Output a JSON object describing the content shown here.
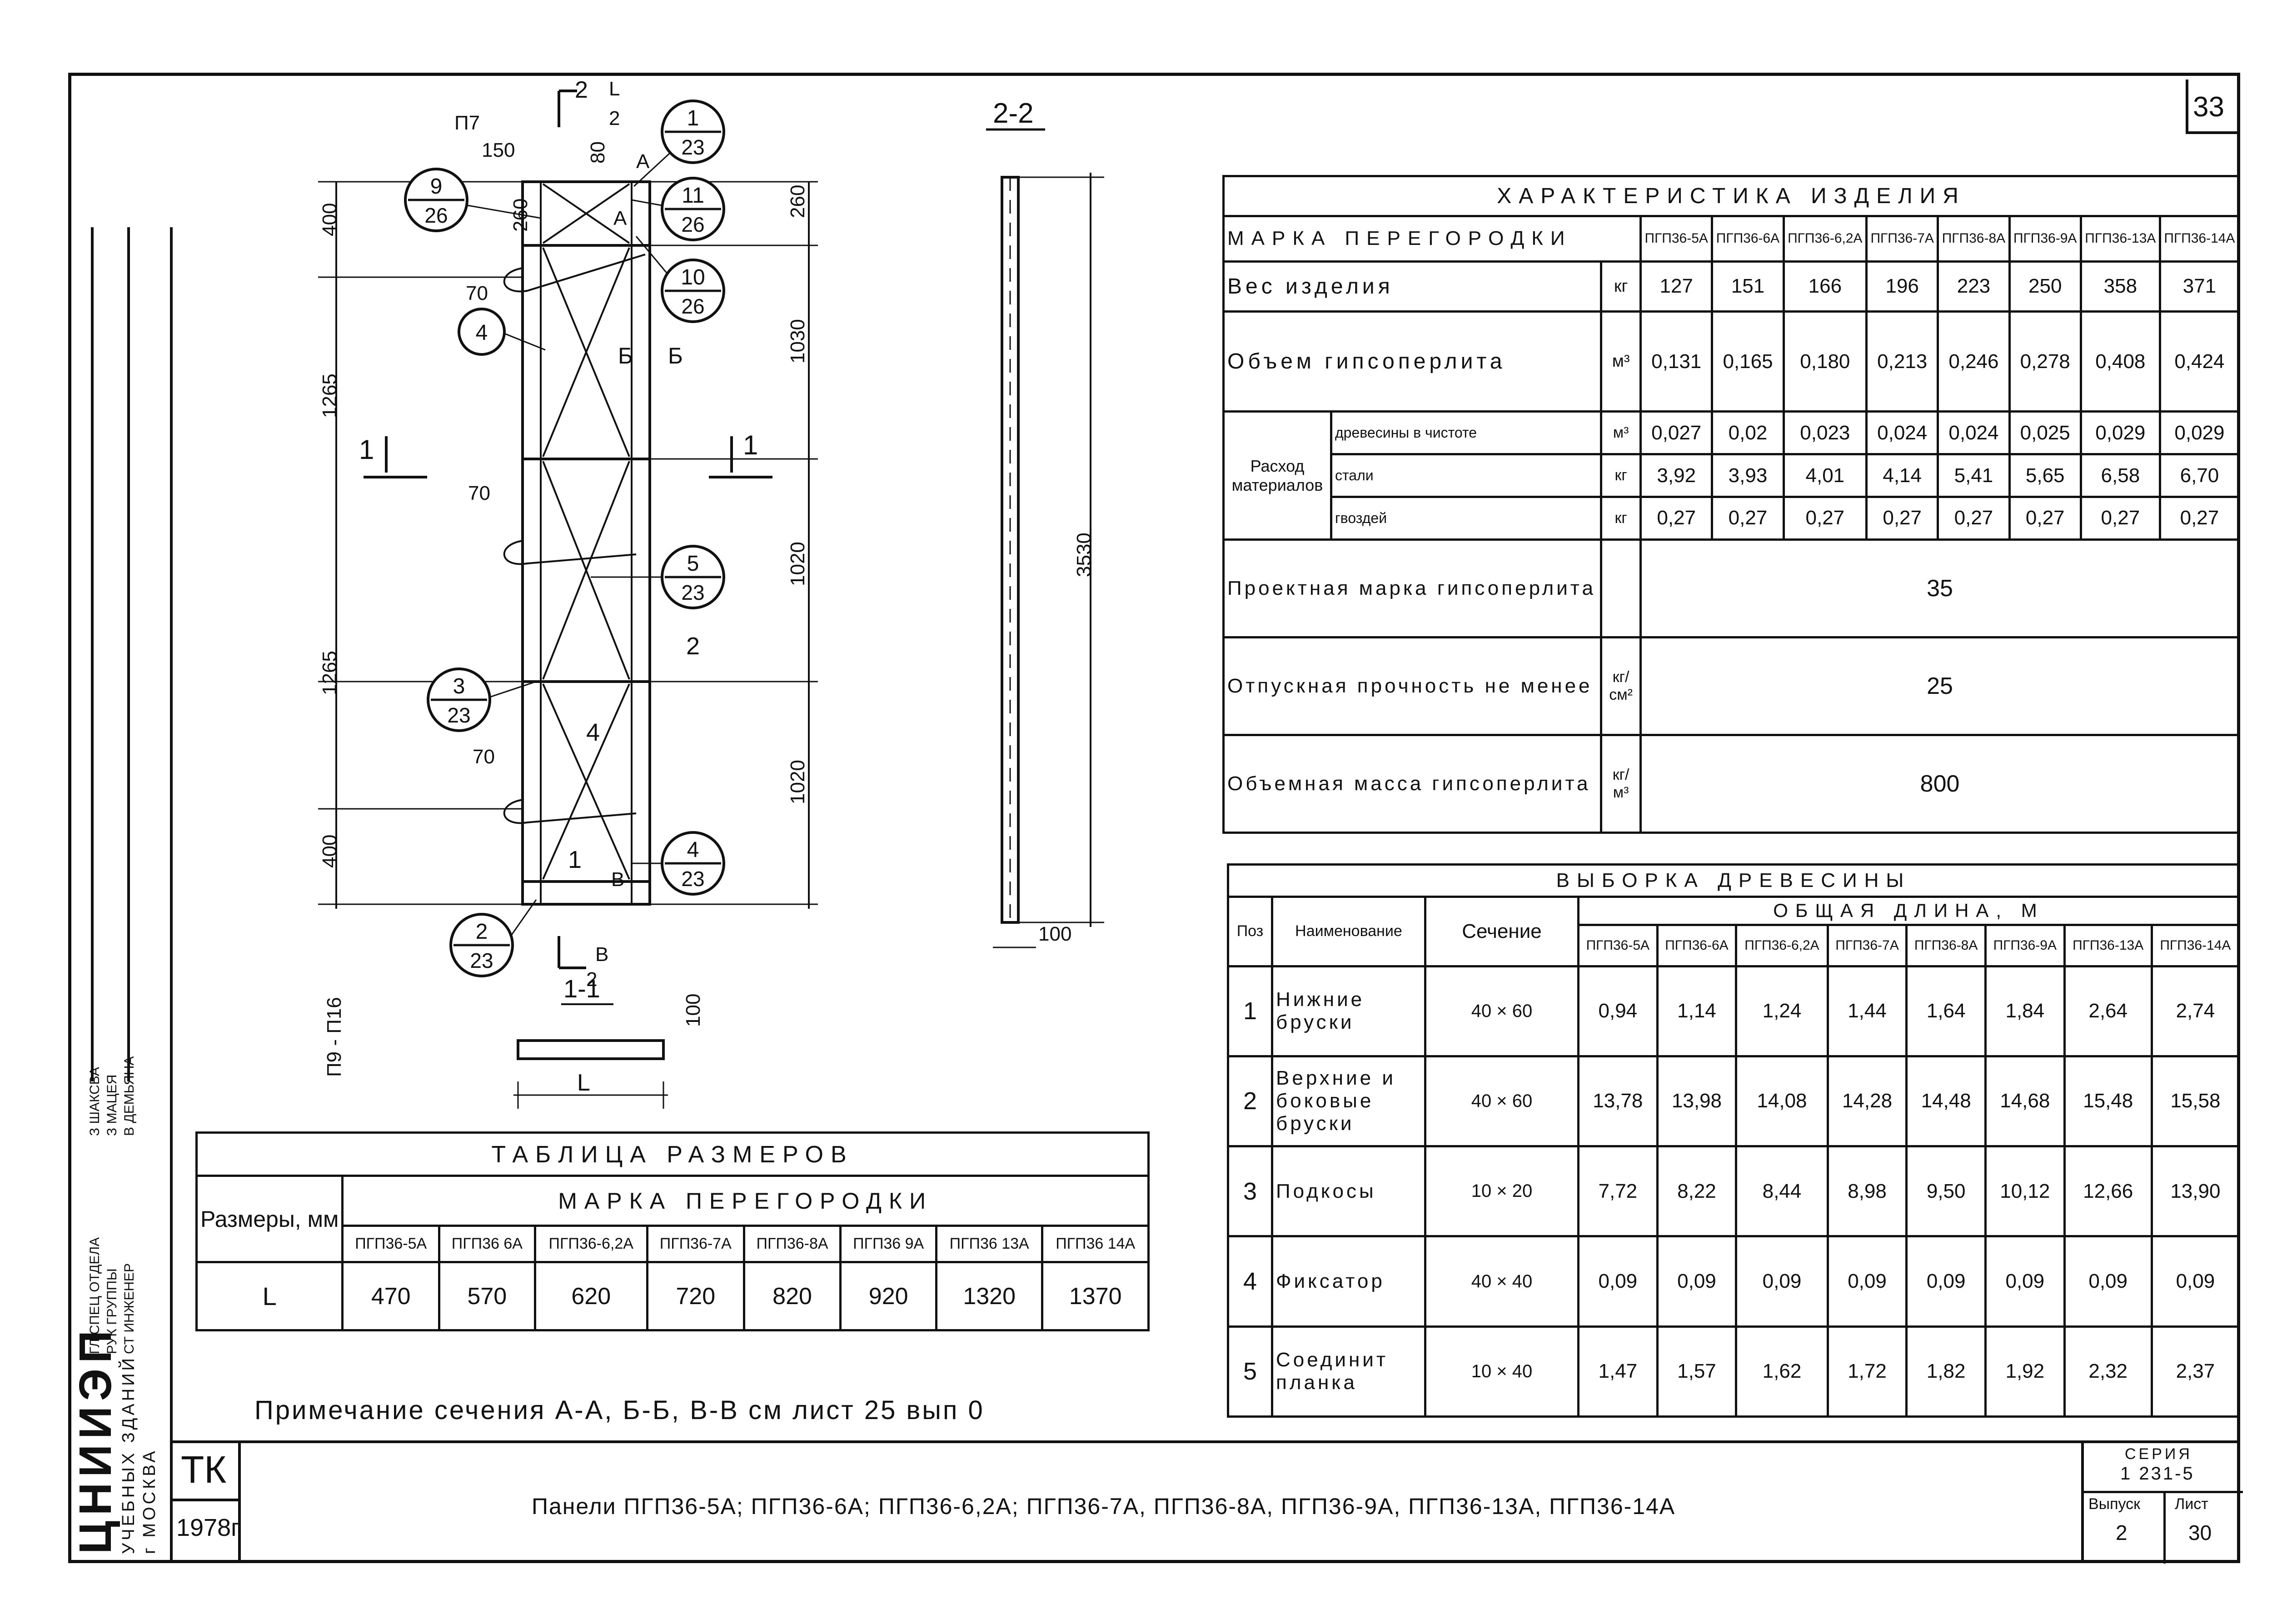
{
  "sheet_number": "33",
  "section_label": "2-2",
  "drawing": {
    "callouts": [
      {
        "top": "1",
        "bottom": "23"
      },
      {
        "top": "9",
        "bottom": "26"
      },
      {
        "top": "11",
        "bottom": "26"
      },
      {
        "top": "10",
        "bottom": "26"
      },
      {
        "top": "4",
        "bottom": ""
      },
      {
        "top": "5",
        "bottom": "23"
      },
      {
        "top": "3",
        "bottom": "23"
      },
      {
        "top": "4",
        "bottom": "23"
      },
      {
        "top": "2",
        "bottom": "23"
      }
    ],
    "labels": {
      "p7": "П7",
      "d150": "150",
      "d80": "80",
      "d260a": "260",
      "d260b": "260",
      "d400a": "400",
      "d400b": "400",
      "d70a": "70",
      "d70b": "70",
      "d70c": "70",
      "d1265a": "1265",
      "d1265b": "1265",
      "d1030": "1030",
      "d1020a": "1020",
      "d1020b": "1020",
      "d3530": "3530",
      "d100a": "100",
      "d100b": "100",
      "cut2": "2",
      "cutL2": "L",
      "cut2den": "2",
      "cutA": "А",
      "cutA1": "А",
      "cut1a": "1",
      "cut1b": "1",
      "cutB": "Б",
      "cutB2": "Б",
      "cutV": "В",
      "cutV2": "В",
      "cut2b": "2",
      "cut2c": "2",
      "cut2d": "2",
      "sec11": "1-1",
      "p9": "П9 - П16",
      "L": "L",
      "n2": "2",
      "n4": "4",
      "n4b": "4",
      "n1": "1",
      "n1b": "1"
    }
  },
  "title_block": {
    "vert_names": [
      "З ШАКСВА",
      "З МАЦЕЯ",
      "В ДЕМЬЯНА"
    ],
    "vert_roles": [
      "ГЛ СПЕЦ ОТДЕЛА",
      "РУК ГРУППЫ",
      "СТ ИНЖЕНЕР"
    ],
    "org": "ЦНИИЭП",
    "org2": "УЧЕБНЫХ ЗДАНИЙ",
    "org3": "г МОСКВА",
    "tk": "ТК",
    "year": "1978г",
    "main_title": "Панели ПГП36-5А; ПГП36-6А; ПГП36-6,2А; ПГП36-7А, ПГП36-8А, ПГП36-9А, ПГП36-13А, ПГП36-14А",
    "series_label": "СЕРИЯ",
    "series_value": "1 231-5",
    "issue_label": "Выпуск",
    "issue_value": "2",
    "sheet_label": "Лист",
    "sheet_value": "30"
  },
  "note": "Примечание сечения А-А, Б-Б, В-В см лист 25 вып 0",
  "size_table": {
    "title": "ТАБЛИЦА РАЗМЕРОВ",
    "col_header": "Размеры, мм",
    "group_header": "МАРКА ПЕРЕГОРОДКИ",
    "marks": [
      "ПГП36-5А",
      "ПГП36 6А",
      "ПГП36-6,2А",
      "ПГП36-7А",
      "ПГП36-8А",
      "ПГП36 9А",
      "ПГП36 13А",
      "ПГП36 14А"
    ],
    "row_label": "L",
    "values": [
      "470",
      "570",
      "620",
      "720",
      "820",
      "920",
      "1320",
      "1370"
    ]
  },
  "char_table": {
    "title": "ХАРАКТЕРИСТИКА ИЗДЕЛИЯ",
    "mark_header": "МАРКА ПЕРЕГОРОДКИ",
    "marks": [
      "ПГП36-5А",
      "ПГП36-6А",
      "ПГП36-6,2А",
      "ПГП36-7А",
      "ПГП36-8А",
      "ПГП36-9А",
      "ПГП36-13А",
      "ПГП36-14А"
    ],
    "rows": [
      {
        "label": "Вес изделия",
        "unit": "кг",
        "values": [
          "127",
          "151",
          "166",
          "196",
          "223",
          "250",
          "358",
          "371"
        ]
      },
      {
        "label": "Объем гипсоперлита",
        "unit": "м³",
        "values": [
          "0,131",
          "0,165",
          "0,180",
          "0,213",
          "0,246",
          "0,278",
          "0,408",
          "0,424"
        ]
      }
    ],
    "consumption_label": "Расход материалов",
    "consumption": [
      {
        "label": "древесины в чистоте",
        "unit": "м³",
        "values": [
          "0,027",
          "0,02",
          "0,023",
          "0,024",
          "0,024",
          "0,025",
          "0,029",
          "0,029"
        ]
      },
      {
        "label": "стали",
        "unit": "кг",
        "values": [
          "3,92",
          "3,93",
          "4,01",
          "4,14",
          "5,41",
          "5,65",
          "6,58",
          "6,70"
        ]
      },
      {
        "label": "гвоздей",
        "unit": "кг",
        "values": [
          "0,27",
          "0,27",
          "0,27",
          "0,27",
          "0,27",
          "0,27",
          "0,27",
          "0,27"
        ]
      }
    ],
    "merged": [
      {
        "label": "Проектная марка гипсоперлита",
        "unit": "",
        "value": "35"
      },
      {
        "label": "Отпускная прочность не менее",
        "unit": "кг/см²",
        "value": "25"
      },
      {
        "label": "Объемная масса гипсоперлита",
        "unit": "кг/м³",
        "value": "800"
      }
    ]
  },
  "wood_table": {
    "title": "ВЫБОРКА ДРЕВЕСИНЫ",
    "group_header": "ОБЩАЯ ДЛИНА, М",
    "h_pos": "Поз",
    "h_name": "Наименование",
    "h_section": "Сечение",
    "marks": [
      "ПГП36-5А",
      "ПГП36-6А",
      "ПГП36-6,2А",
      "ПГП36-7А",
      "ПГП36-8А",
      "ПГП36-9А",
      "ПГП36-13А",
      "ПГП36-14А"
    ],
    "rows": [
      {
        "pos": "1",
        "name": "Нижние бруски",
        "section": "40 × 60",
        "values": [
          "0,94",
          "1,14",
          "1,24",
          "1,44",
          "1,64",
          "1,84",
          "2,64",
          "2,74"
        ]
      },
      {
        "pos": "2",
        "name": "Верхние и боковые бруски",
        "section": "40 × 60",
        "values": [
          "13,78",
          "13,98",
          "14,08",
          "14,28",
          "14,48",
          "14,68",
          "15,48",
          "15,58"
        ]
      },
      {
        "pos": "3",
        "name": "Подкосы",
        "section": "10 × 20",
        "values": [
          "7,72",
          "8,22",
          "8,44",
          "8,98",
          "9,50",
          "10,12",
          "12,66",
          "13,90"
        ]
      },
      {
        "pos": "4",
        "name": "Фиксатор",
        "section": "40 × 40",
        "values": [
          "0,09",
          "0,09",
          "0,09",
          "0,09",
          "0,09",
          "0,09",
          "0,09",
          "0,09"
        ]
      },
      {
        "pos": "5",
        "name": "Соединит планка",
        "section": "10 × 40",
        "values": [
          "1,47",
          "1,57",
          "1,62",
          "1,72",
          "1,82",
          "1,92",
          "2,32",
          "2,37"
        ]
      }
    ]
  }
}
